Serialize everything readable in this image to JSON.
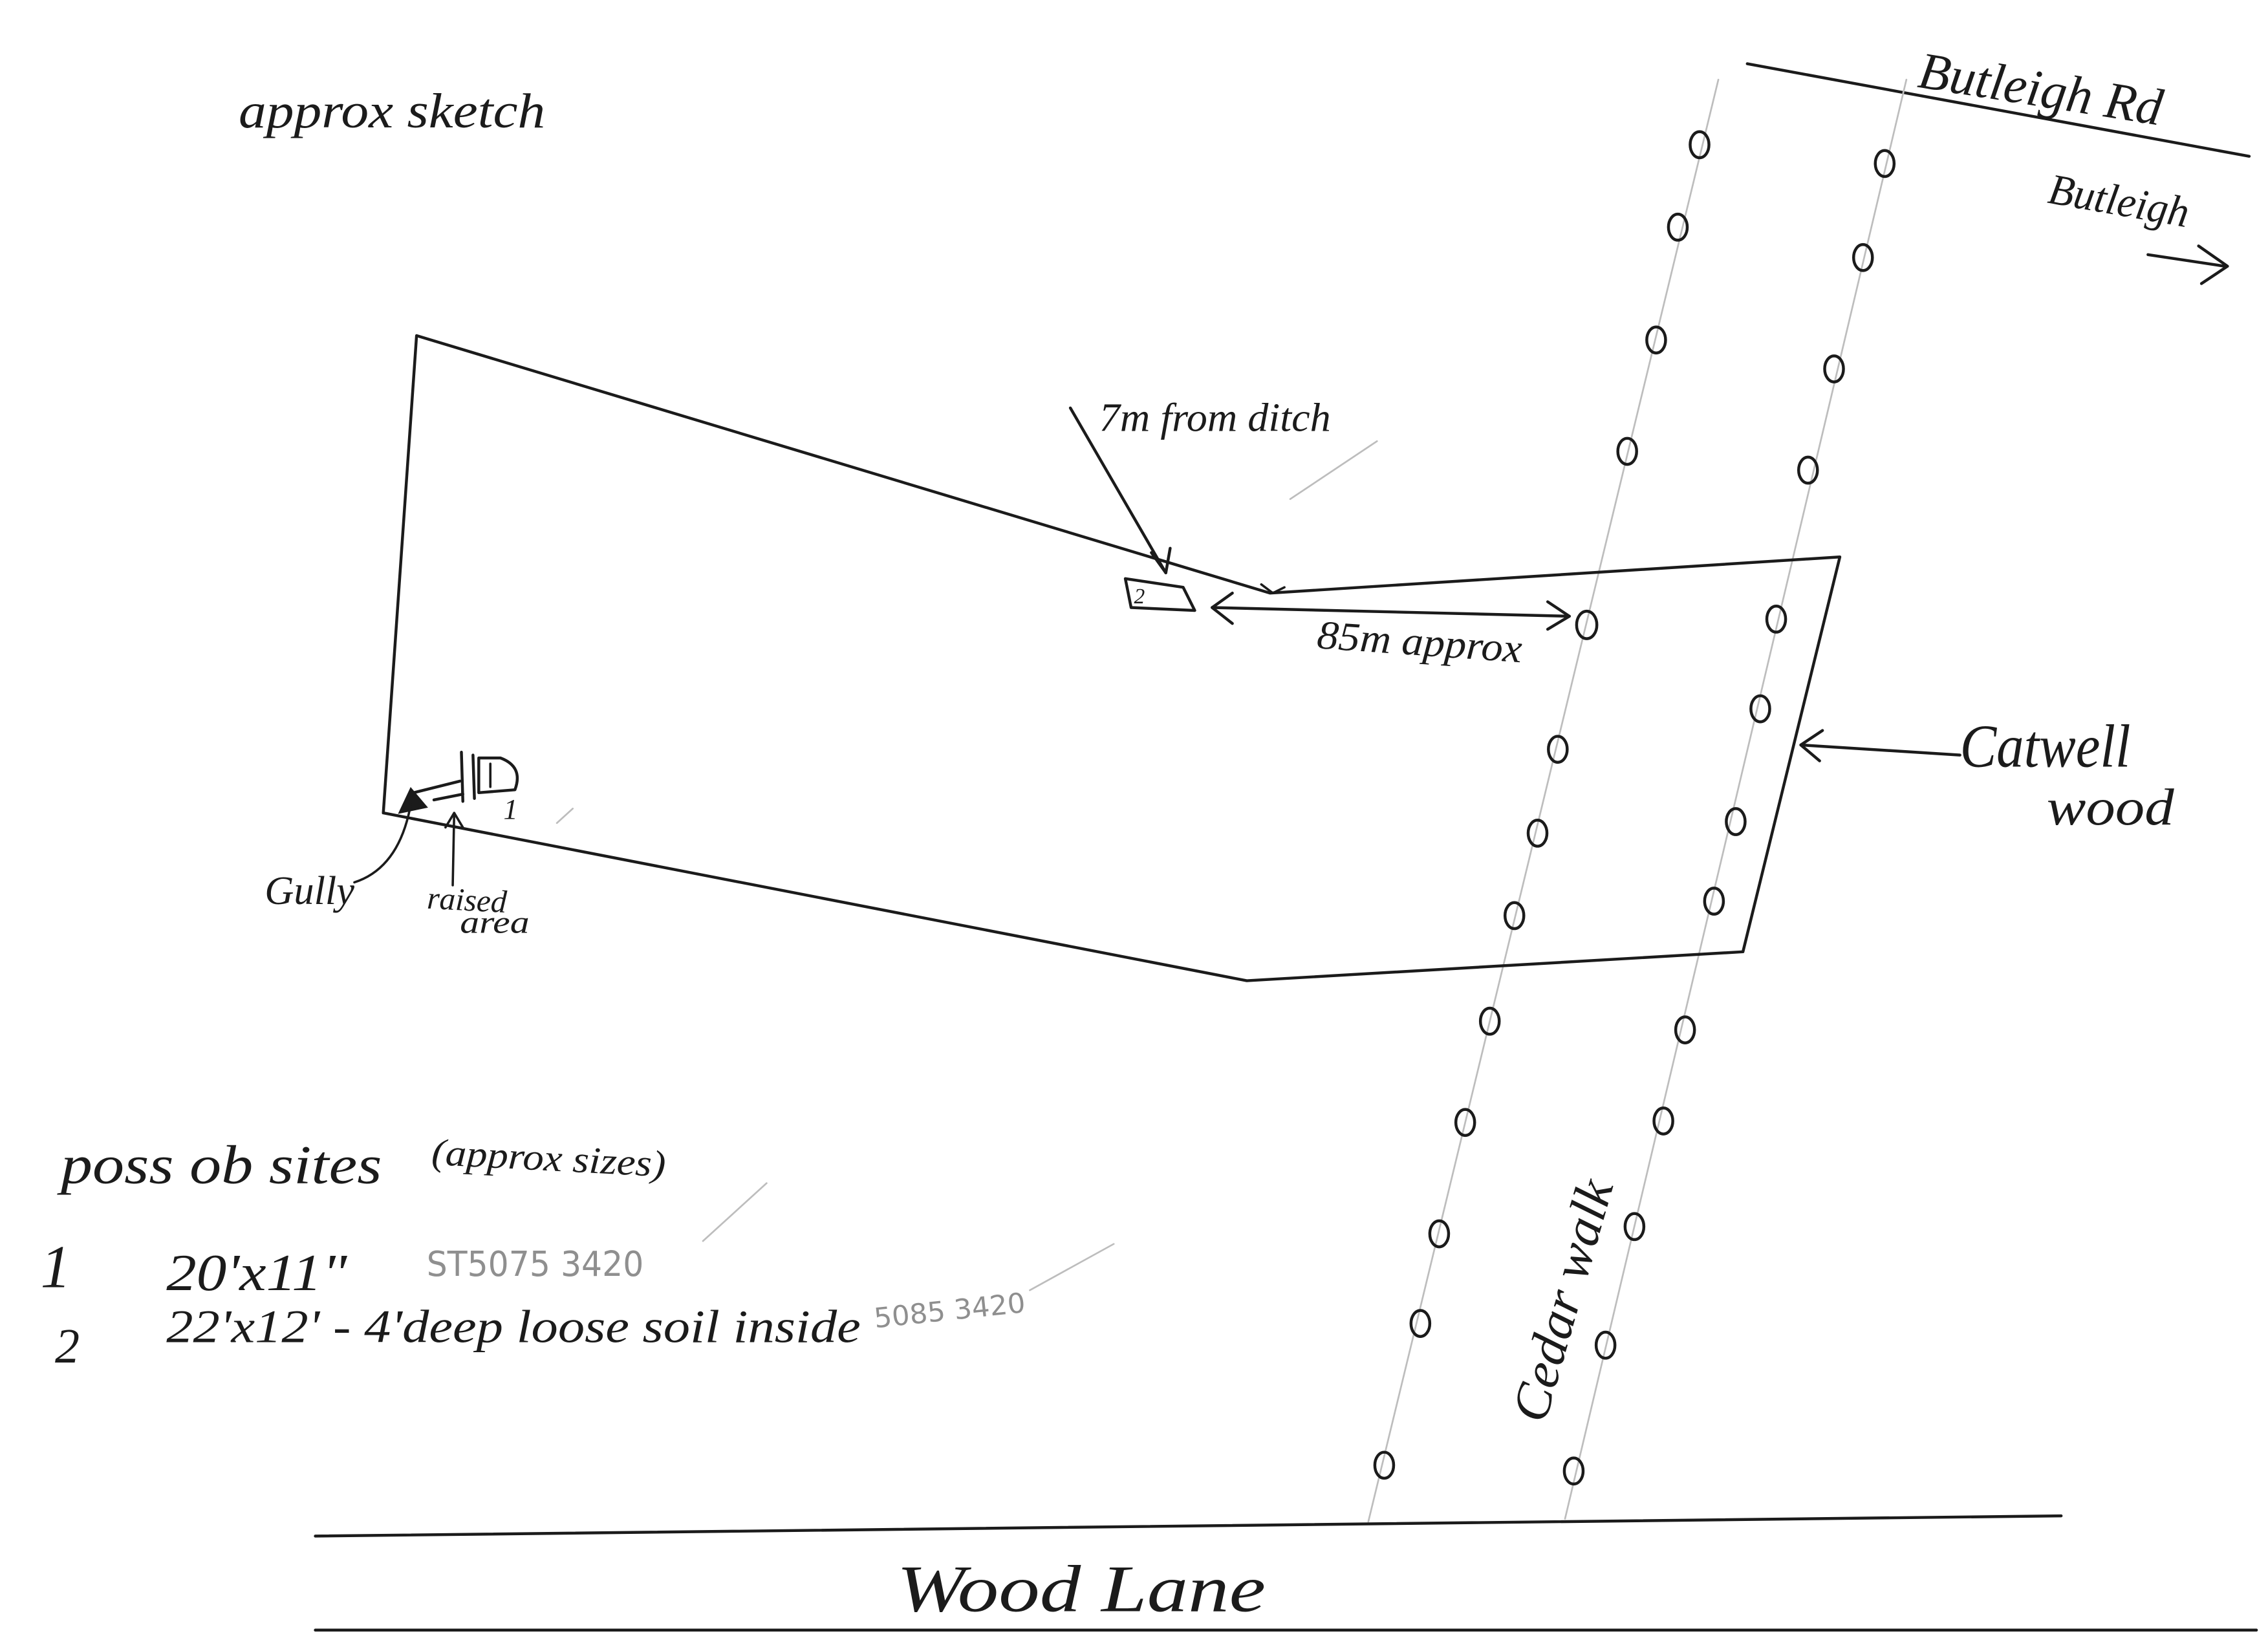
{
  "title_note": "approx sketch",
  "roads": {
    "north": {
      "label": "Butleigh Rd"
    },
    "south": {
      "label": "Wood Lane"
    }
  },
  "direction": {
    "label": "Butleigh"
  },
  "annotations": {
    "ditch": "7m from ditch",
    "distance": "85m approx",
    "gully": "Gully",
    "raised_line1": "raised",
    "raised_line2": "area"
  },
  "wood": {
    "label_line1": "Catwell",
    "label_line2": "wood"
  },
  "avenue": {
    "label": "Cedar walk"
  },
  "site_markers": {
    "site1": "1",
    "site2": "2"
  },
  "legend": {
    "heading": "poss ob sites",
    "note": "(approx sizes)",
    "sites": [
      {
        "number": "1",
        "size": "20'x11\"",
        "grid_ref": "ST5075 3420"
      },
      {
        "number": "2",
        "size": "22'x12' - 4'deep loose soil inside",
        "grid_ref": "5085 3420"
      }
    ]
  },
  "colors": {
    "ink": "#1b1b1b",
    "pencil": "#bdbdbd",
    "pencil_text": "#8f8f8f",
    "paper": "#ffffff"
  }
}
